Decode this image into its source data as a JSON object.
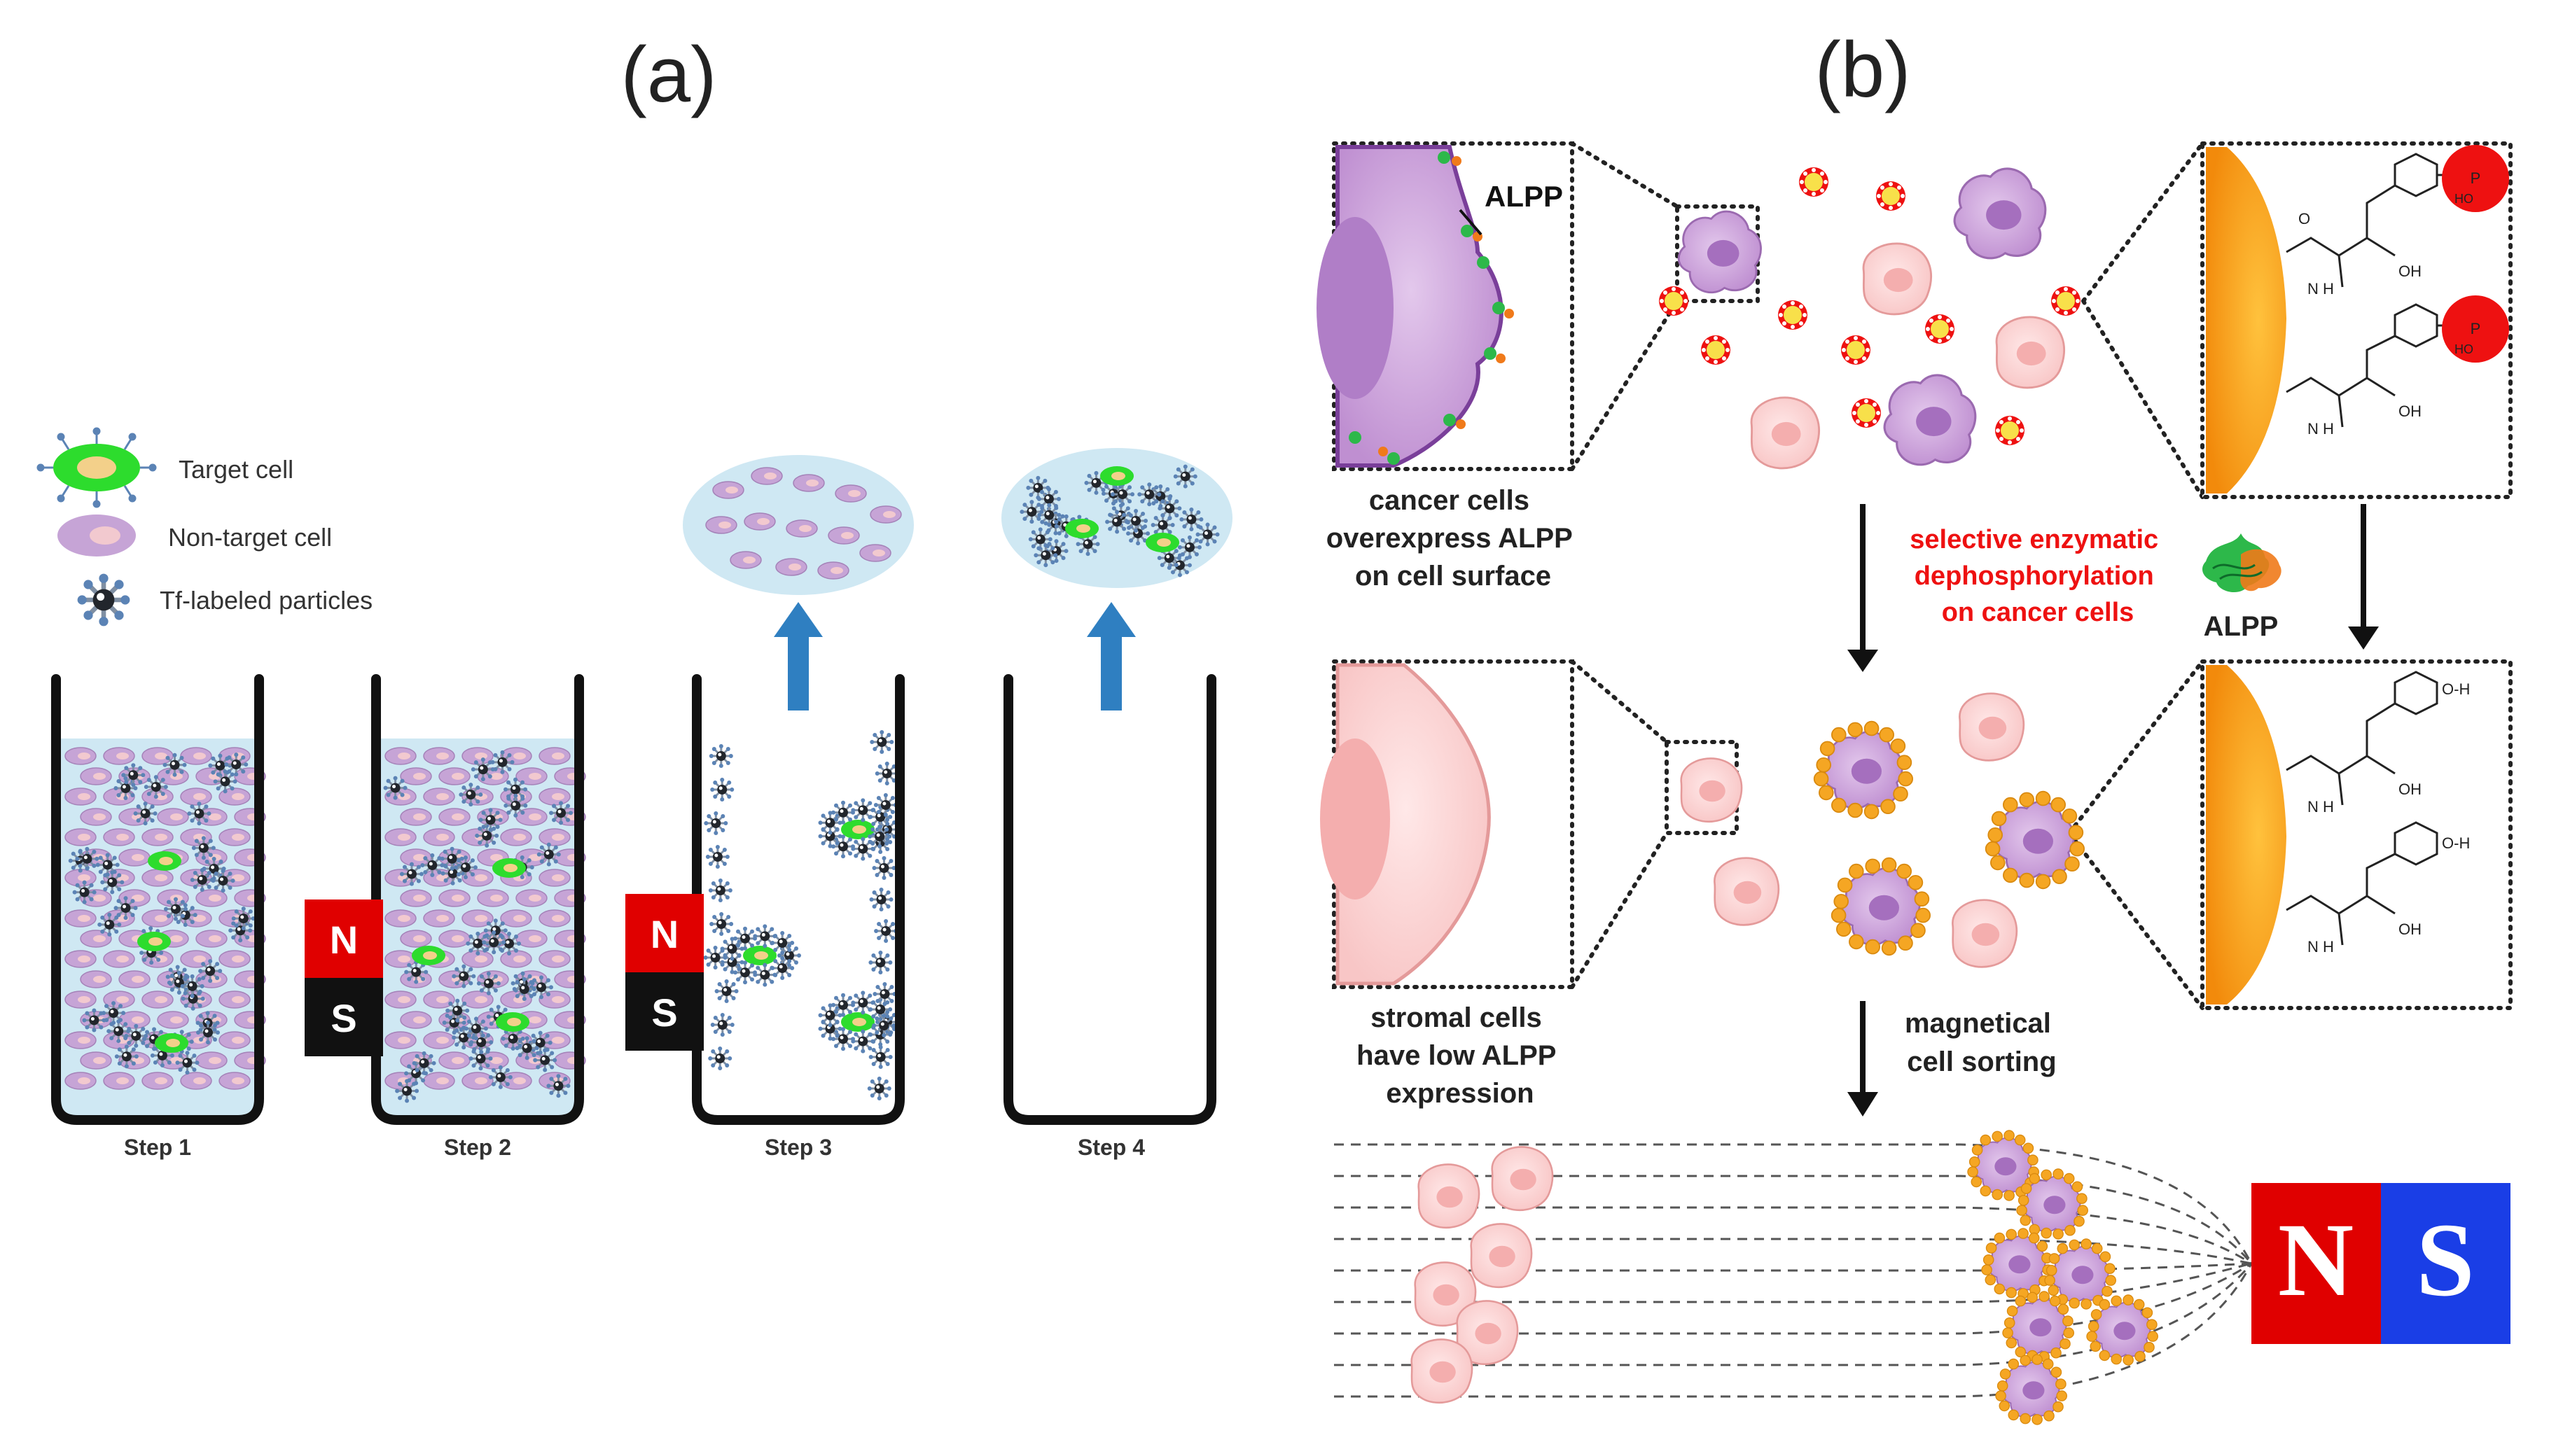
{
  "panel_a": {
    "label": "(a)",
    "legend": [
      {
        "icon": "target-cell-icon",
        "text": "Target cell"
      },
      {
        "icon": "non-target-cell-icon",
        "text": "Non-target cell"
      },
      {
        "icon": "tf-particle-icon",
        "text": "Tf-labeled particles"
      }
    ],
    "steps": [
      "Step 1",
      "Step 2",
      "Step 3",
      "Step 4"
    ],
    "magnet": {
      "north": "N",
      "south": "S"
    }
  },
  "panel_b": {
    "label": "(b)",
    "alpp_label": "ALPP",
    "alpp_enzyme_label": "ALPP",
    "cancer_caption": [
      "cancer cells",
      "overexpress ALPP",
      "on cell surface"
    ],
    "stromal_caption": [
      "stromal cells",
      "have low ALPP",
      "expression"
    ],
    "enzymatic_caption": [
      "selective enzymatic",
      "dephosphorylation",
      "on cancer cells"
    ],
    "sorting_caption": [
      "magnetical",
      "cell sorting"
    ],
    "magnet": {
      "north": "N",
      "south": "S"
    },
    "chem_top": {
      "oh": "OH",
      "nh": "N H",
      "oh2": "OH",
      "p": "P",
      "ho": "HO",
      "o": "O"
    },
    "chem_bottom": {
      "oh": "OH",
      "nh": "N H",
      "oh_h": "O-H",
      "oh2": "OH"
    }
  },
  "colors": {
    "magnet_red": "#e00000",
    "magnet_blue": "#1a3ee6",
    "highlight_red": "#ee1111",
    "target_green": "#2ddc2d",
    "nontarget_purple": "#c9a6d8",
    "liquid_blue": "#cfe8f3",
    "arrow_blue": "#2f7fc1",
    "gold": "#f5a623"
  }
}
